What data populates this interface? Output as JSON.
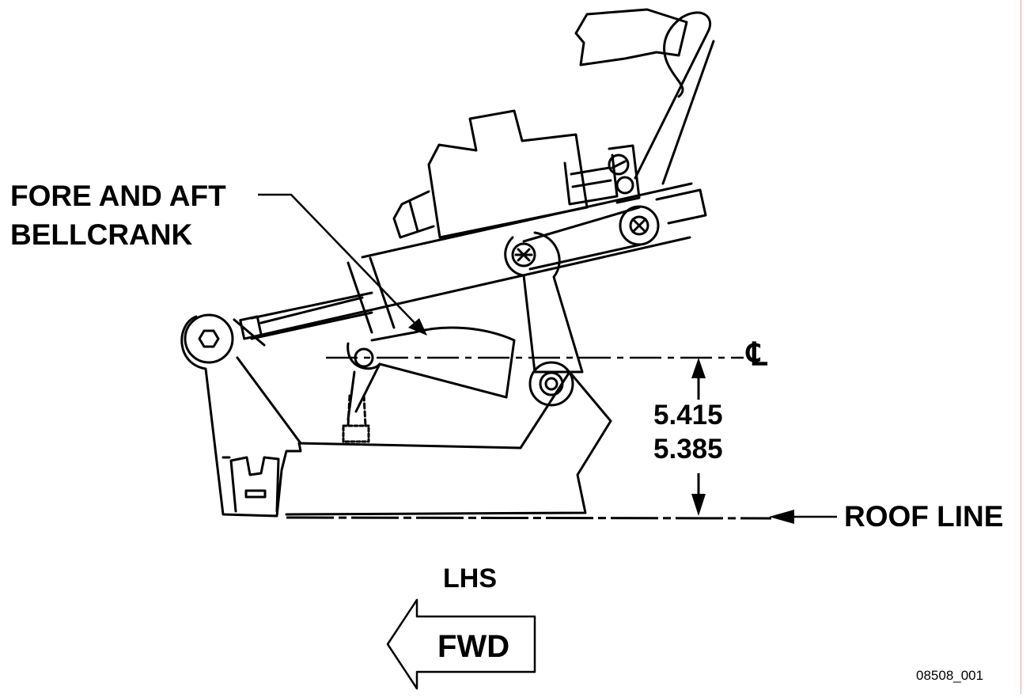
{
  "labels": {
    "bellcrank_line1": "FORE AND AFT",
    "bellcrank_line2": "BELLCRANK",
    "centerline_symbol": "℄",
    "dim_upper": "5.415",
    "dim_lower": "5.385",
    "roof_line": "ROOF LINE",
    "side": "LHS",
    "direction": "FWD",
    "figure_id": "08508_001"
  }
}
